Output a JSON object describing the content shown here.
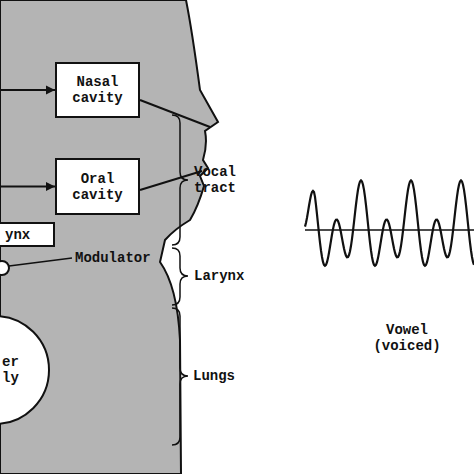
{
  "diagram": {
    "nodes": [
      {
        "text": [
          "Nasal cavity"
        ]
      },
      {
        "text": [
          "Oral cavity"
        ]
      },
      {
        "text": [
          "ynx"
        ]
      },
      {
        "text": [
          "er ly"
        ]
      }
    ],
    "edges": [
      {
        "from": 2,
        "to": 0,
        "arrow": "to"
      },
      {
        "from": 2,
        "to": 1,
        "arrow": "to"
      }
    ],
    "labels": [
      "Modulator",
      "Vocal tract",
      "Larynx",
      "Lungs",
      "Vowel (voiced)"
    ]
  }
}
